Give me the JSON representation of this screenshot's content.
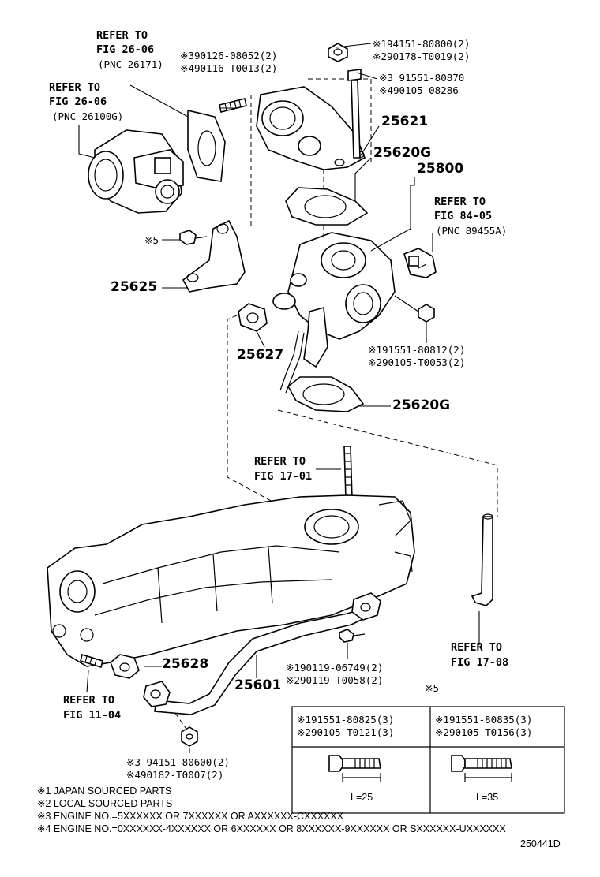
{
  "refs": {
    "fig_26_06_a": {
      "l1": "REFER TO",
      "l2": "FIG 26-06",
      "l3": "(PNC 26171)"
    },
    "fig_26_06_b": {
      "l1": "REFER TO",
      "l2": "FIG 26-06",
      "l3": "(PNC 26100G)"
    },
    "fig_84_05": {
      "l1": "REFER TO",
      "l2": "FIG 84-05",
      "l3": "(PNC 89455A)"
    },
    "fig_17_01": {
      "l1": "REFER TO",
      "l2": "FIG 17-01"
    },
    "fig_17_08": {
      "l1": "REFER TO",
      "l2": "FIG 17-08"
    },
    "fig_11_04": {
      "l1": "REFER TO",
      "l2": "FIG 11-04"
    }
  },
  "parts": {
    "p25621": "25621",
    "p25620g_top": "25620G",
    "p25800": "25800",
    "p25625": "25625",
    "p25627": "25627",
    "p25620g_bot": "25620G",
    "p25628": "25628",
    "p25601": "25601"
  },
  "bolts": {
    "top_left": {
      "a": "※390126-08052(2)",
      "b": "※490116-T0013(2)"
    },
    "top_right_1": {
      "a": "※194151-80800(2)",
      "b": "※290178-T0019(2)"
    },
    "top_right_2": {
      "a": "※3 91551-80870",
      "b": "※490105-08286"
    },
    "s5_small": "※5",
    "mid_right": {
      "a": "※191551-80812(2)",
      "b": "※290105-T0053(2)"
    },
    "pipe": {
      "a": "※190119-06749(2)",
      "b": "※290119-T0058(2)"
    },
    "bottom_nut": {
      "a": "※3 94151-80600(2)",
      "b": "※490182-T0007(2)"
    }
  },
  "table": {
    "title": "※5",
    "left": {
      "a": "※191551-80825(3)",
      "b": "※290105-T0121(3)",
      "length": "L=25"
    },
    "right": {
      "a": "※191551-80835(3)",
      "b": "※290105-T0156(3)",
      "length": "L=35"
    }
  },
  "notes": [
    "※1 JAPAN SOURCED PARTS",
    "※2 LOCAL SOURCED PARTS",
    "※3 ENGINE NO.=5XXXXXX OR 7XXXXXX OR AXXXXXX-CXXXXXX",
    "※4 ENGINE NO.=0XXXXXX-4XXXXXX OR 6XXXXXX OR 8XXXXXX-9XXXXXX OR SXXXXXX-UXXXXXX"
  ],
  "figure_id": "250441D"
}
